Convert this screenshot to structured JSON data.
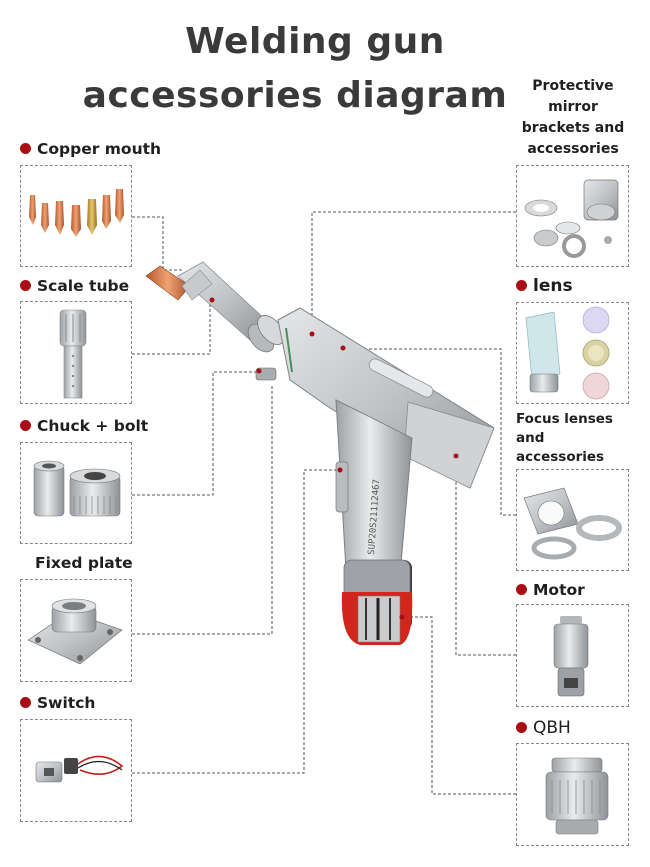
{
  "title": {
    "line1": "Welding gun",
    "line2": "accessories diagram"
  },
  "left_parts": [
    {
      "label": "Copper mouth"
    },
    {
      "label": "Scale tube"
    },
    {
      "label": "Chuck + bolt"
    },
    {
      "label": "Fixed plate"
    },
    {
      "label": "Switch"
    }
  ],
  "right_parts": {
    "protective": [
      "Protective",
      "mirror",
      "brackets and",
      "accessories"
    ],
    "lens": "lens",
    "focus": [
      "Focus lenses",
      "and",
      "accessories"
    ],
    "motor": "Motor",
    "qbh": "QBH"
  },
  "gun_serial": "SUP20S21112467",
  "colors": {
    "bullet": "#a80f14",
    "leader": "#555555",
    "gun_body": "#c4c6c8",
    "copper": "#d4794a",
    "accent_red": "#d2261c"
  }
}
